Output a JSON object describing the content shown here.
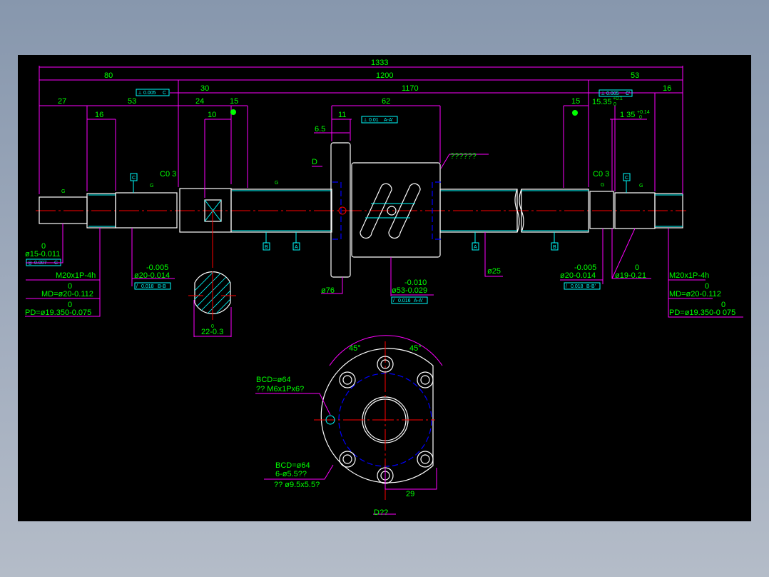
{
  "colors": {
    "background": "#000000",
    "outline": "#ffffff",
    "dimension": "#ff00ff",
    "text": "#00ff00",
    "tolerance": "#00ffff",
    "centerline": "#ff0000",
    "hidden": "#0000ff"
  },
  "dimensions": {
    "overall": "1333",
    "left_80": "80",
    "thread_1200": "1200",
    "right_53": "53",
    "d30": "30",
    "d1170": "1170",
    "right_16": "16",
    "d27": "27",
    "d53": "53",
    "d24": "24",
    "d15_left": "15",
    "d62": "62",
    "d15_right": "15",
    "d15_35": "15.35",
    "d15_35_tol_up": "+0.1",
    "d15_35_tol_lo": "0",
    "d16": "16",
    "d10": "10",
    "d11": "11",
    "d6_5": "6.5",
    "d1_35": "1 35",
    "d1_35_tol_up": "+0.14",
    "d1_35_tol_lo": "0",
    "flat": "22-0.3",
    "flat_tol": "0",
    "angle_left": "45°",
    "angle_right": "45°",
    "d29": "29"
  },
  "labels": {
    "view_arrow": "D",
    "chamfer_left": "C0 3",
    "chamfer_right": "C0 3",
    "note_top": "??????",
    "view_title": "D??",
    "surface": "G"
  },
  "datums": [
    "C",
    "B",
    "A",
    "A",
    "B",
    "C"
  ],
  "frames": {
    "perp_left": {
      "sym": "⊥",
      "val": "0.005",
      "ref": "C"
    },
    "perp_nut": {
      "sym": "⊥",
      "val": "0.01",
      "ref": "A-A'"
    },
    "perp_right": {
      "sym": "⊥",
      "val": "0.005",
      "ref": "C'"
    },
    "conc_left": {
      "sym": "◎",
      "val": "0.007",
      "ref": "C"
    },
    "runout_left": {
      "sym": "/",
      "val": "0.018",
      "ref": "B-B"
    },
    "runout_nut": {
      "sym": "/",
      "val": "0.016",
      "ref": "A-A'"
    },
    "runout_right": {
      "sym": "/",
      "val": "0.018",
      "ref": "B-B'"
    }
  },
  "callouts": {
    "d15": {
      "up": "0",
      "main": "ø15-0.011"
    },
    "thread_left": {
      "spec": "M20x1P-4h",
      "md_up": "0",
      "md": "MD=ø20-0.112",
      "pd_up": "0",
      "pd": "PD=ø19.350-0.075"
    },
    "d20_left": {
      "up": "-0.005",
      "main": "ø20-0.014"
    },
    "d76": "ø76",
    "d53": {
      "up": "-0.010",
      "main": "ø53-0.029"
    },
    "d25": "ø25",
    "d20_right": {
      "up": "-0.005",
      "main": "ø20-0.014"
    },
    "d19": {
      "up": "0",
      "main": "ø19-0.21"
    },
    "thread_right": {
      "spec": "M20x1P-4h",
      "md_up": "0",
      "md": "MD=ø20-0.112",
      "pd_up": "0",
      "pd": "PD=ø19.350-0 075"
    },
    "bcd_tap": {
      "l1": "BCD=ø64",
      "l2": "?? M6x1Px6?"
    },
    "bcd_holes": {
      "l1": "BCD=ø64",
      "l2": "6-ø5.5??",
      "l3": "?? ø9.5x5.5?"
    }
  }
}
